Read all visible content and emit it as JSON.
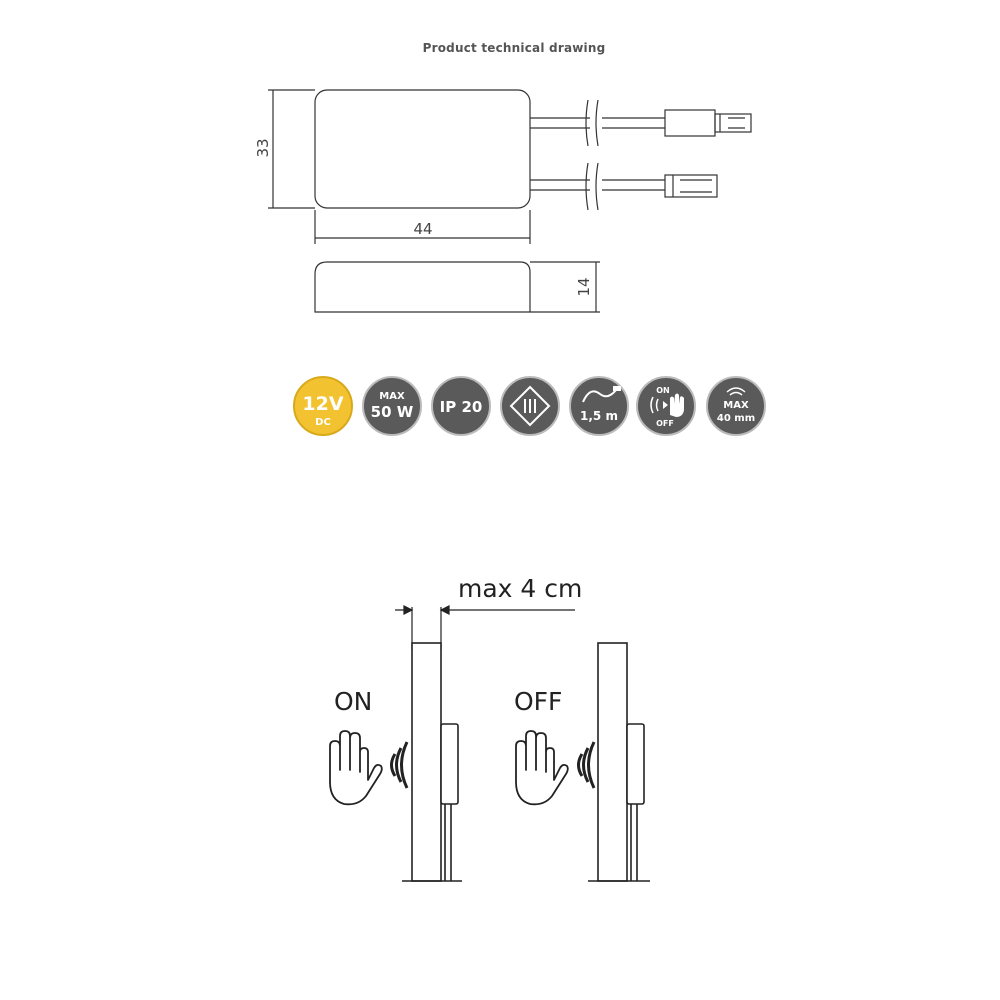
{
  "header": {
    "title": "Product technical drawing"
  },
  "dimensions": {
    "height": "33",
    "width": "44",
    "depth": "14"
  },
  "badges": {
    "voltage": {
      "main": "12V",
      "sub": "DC",
      "color": "#f2c230"
    },
    "power": {
      "top": "MAX",
      "main": "50 W"
    },
    "ip": {
      "main": "IP 20"
    },
    "class": {
      "icon": "class-3-insulation-icon"
    },
    "cable": {
      "main": "1,5 m",
      "icon": "cable-icon"
    },
    "switch": {
      "top": "ON",
      "bottom": "OFF",
      "icon": "hand-sensor-icon"
    },
    "range": {
      "top": "MAX",
      "main": "40 mm",
      "icon": "sensor-wave-icon"
    },
    "badge_color": "#5a5a5a"
  },
  "usage": {
    "distance_label": "max 4 cm",
    "on_label": "ON",
    "off_label": "OFF"
  }
}
